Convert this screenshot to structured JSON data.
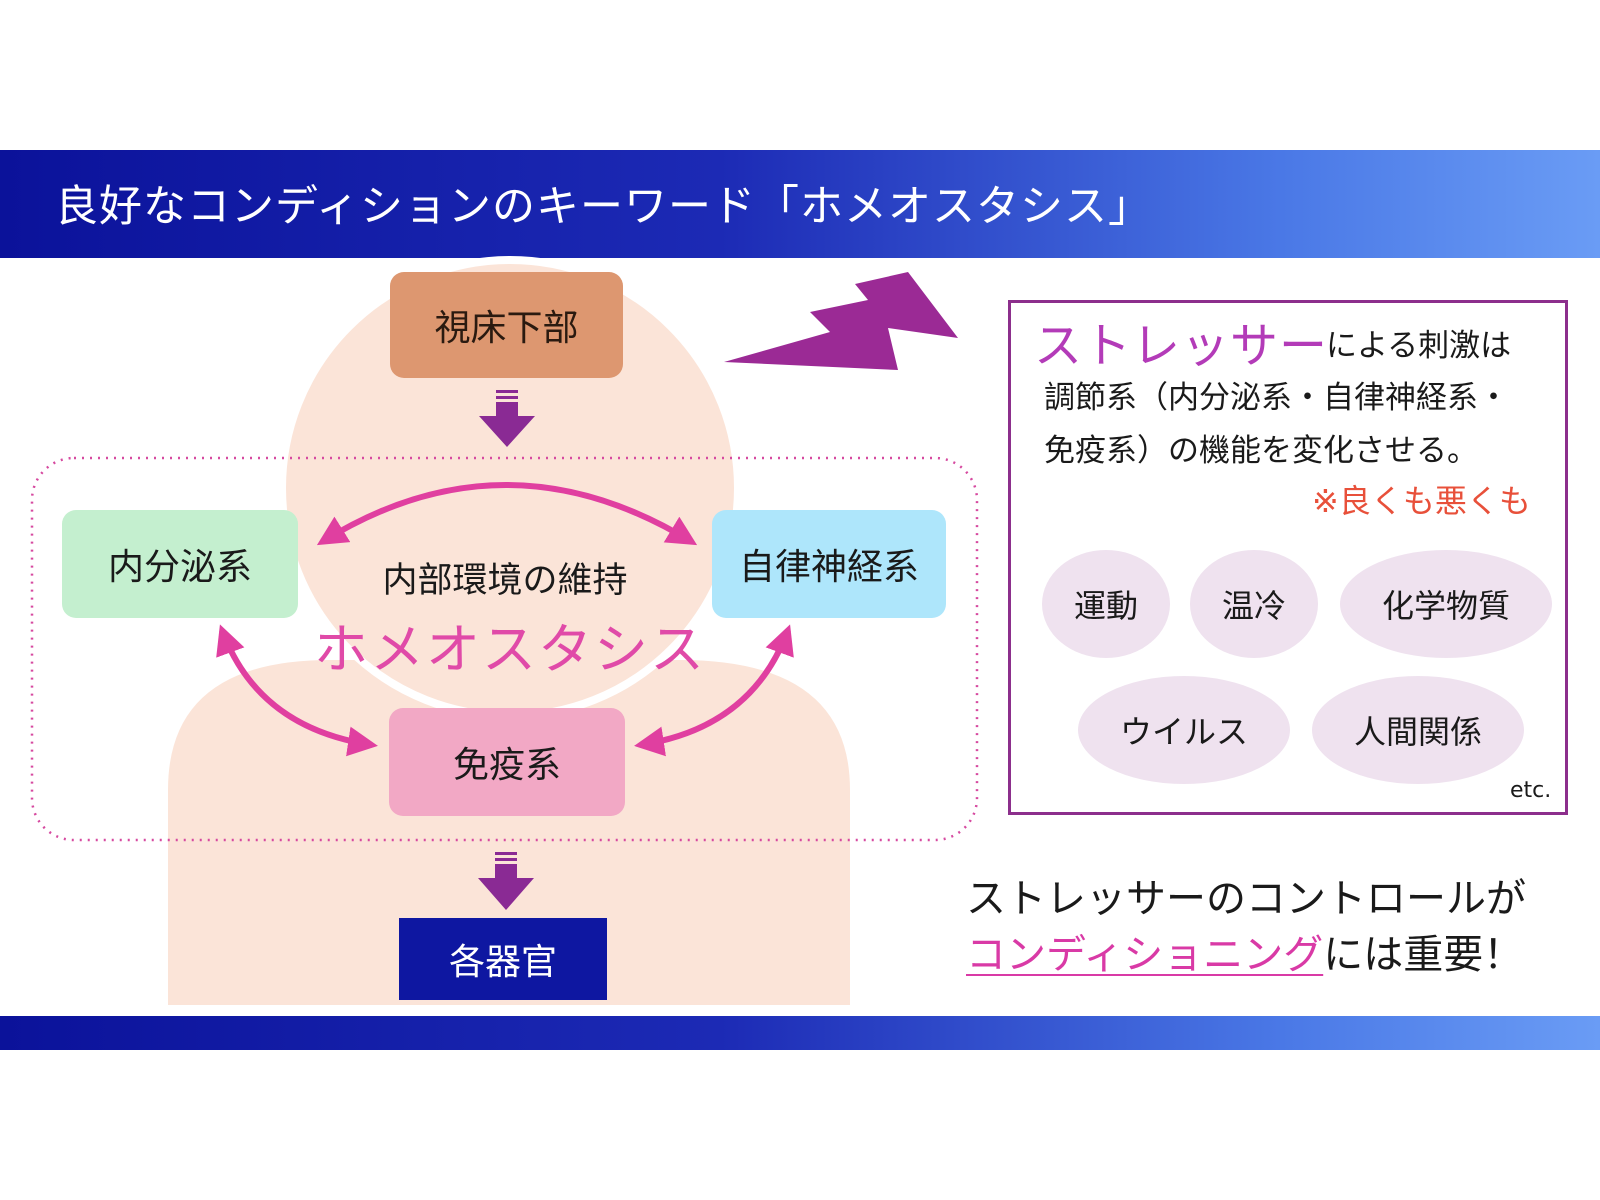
{
  "header": {
    "title": "良好なコンディションのキーワード「ホメオスタシス」"
  },
  "diagram": {
    "hypothalamus": "視床下部",
    "endocrine": "内分泌系",
    "autonomic": "自律神経系",
    "immune": "免疫系",
    "center_label": "内部環境の維持",
    "homeostasis": "ホメオスタシス",
    "organs": "各器官"
  },
  "panel": {
    "stressor_word": "ストレッサー",
    "line1_rest": "による刺激は",
    "line2": "調節系（内分泌系・自律神経系・",
    "line3": "免疫系）の機能を変化させる。",
    "note": "※良くも悪くも",
    "stressors": [
      "運動",
      "温冷",
      "化学物質",
      "ウイルス",
      "人間関係"
    ],
    "etc": "etc."
  },
  "bottom": {
    "line1": "ストレッサーのコントロールが",
    "highlight": "コンディショニング",
    "line2_rest": "には重要！"
  },
  "colors": {
    "header_dark": "#0b129a",
    "header_light": "#6a9cf5",
    "homeostasis_pink": "#e04aa8",
    "arrow_purple": "#8a2a94",
    "note_red": "#e8503a",
    "panel_border": "#8c2f8c"
  }
}
